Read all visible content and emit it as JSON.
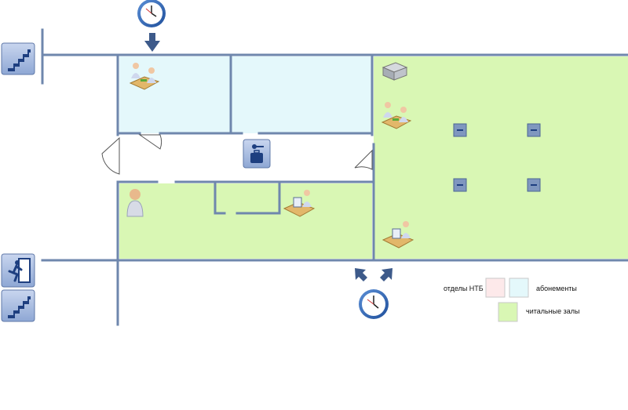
{
  "legend": {
    "departments_label": "отделы НТБ",
    "subscriptions_label": "абонементы",
    "reading_rooms_label": "читальные залы"
  },
  "colors": {
    "wall": "#6f87ad",
    "reading_room": "#d9f7b4",
    "subscription": "#e4f8fb",
    "department": "#fde9ea",
    "icon_frame": "#7f97bf",
    "icon_fill": "#2d4f8d"
  },
  "icons": [
    "stairs-icon",
    "emergency-exit-icon",
    "clock-icon",
    "arrow-icon",
    "librarian-desk-icon",
    "computer-workstation-icon",
    "person-icon",
    "printer-icon",
    "cloakroom-icon",
    "table-icon"
  ]
}
